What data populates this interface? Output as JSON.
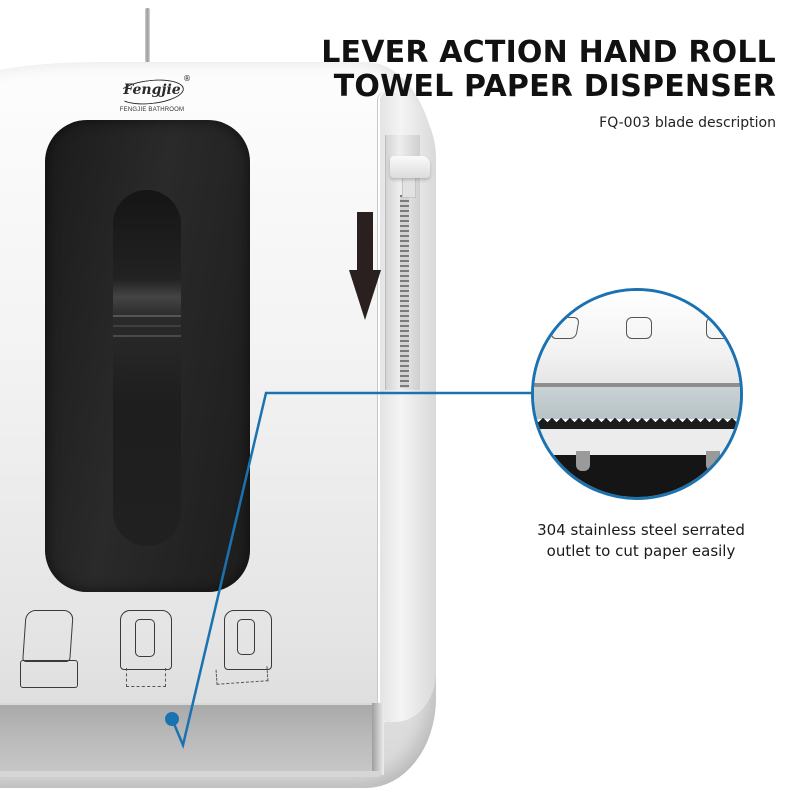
{
  "headline": {
    "line1": "LEVER ACTION HAND ROLL",
    "line2": "TOWEL PAPER DISPENSER",
    "subtitle": "FQ-003 blade description"
  },
  "brand": {
    "logo_word": "Fengjie",
    "registered_mark": "®",
    "tagline": "FENGJIE BATHROOM"
  },
  "callout": {
    "caption_line1": "304 stainless steel serrated",
    "caption_line2": "outlet to cut paper easily",
    "accent_color": "#1a72b0"
  },
  "icons": {
    "lever_arrow": "arrow-down-icon",
    "instructions": [
      {
        "name": "open-cover-load-roll-icon"
      },
      {
        "name": "pull-lever-down-icon"
      },
      {
        "name": "tear-paper-icon"
      }
    ]
  },
  "colors": {
    "accent": "#1a72b0",
    "arrow": "#2a201f",
    "title_text": "#111111"
  }
}
